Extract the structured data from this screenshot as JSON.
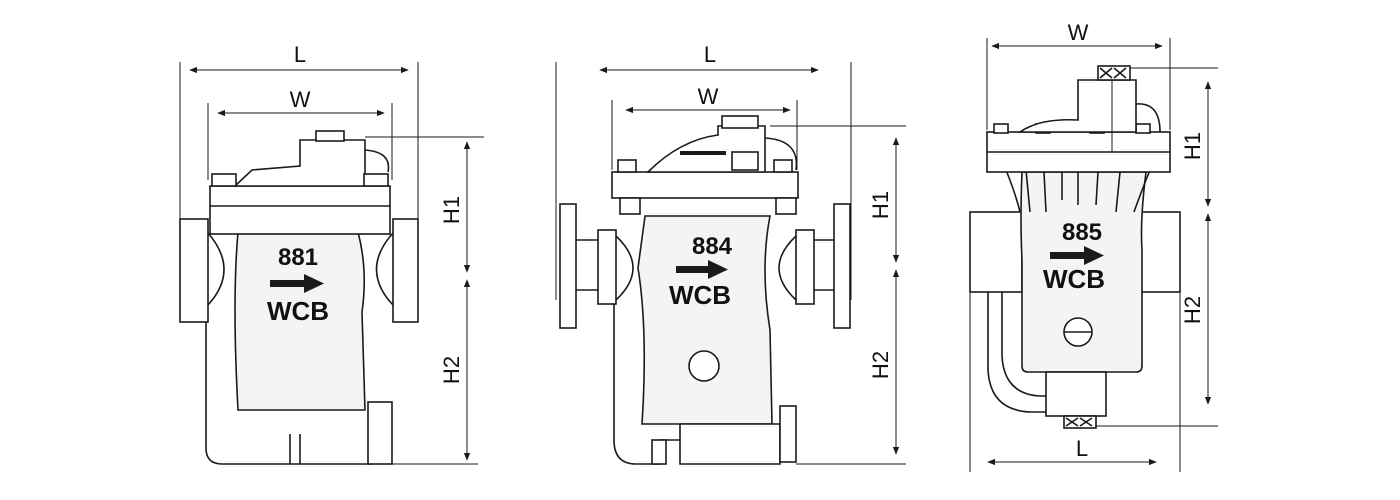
{
  "diagrams": [
    {
      "model": "881",
      "material": "WCB",
      "dimensions": {
        "length": "L",
        "width": "W",
        "height_top": "H1",
        "height_bottom": "H2"
      }
    },
    {
      "model": "884",
      "material": "WCB",
      "dimensions": {
        "length": "L",
        "width": "W",
        "height_top": "H1",
        "height_bottom": "H2"
      }
    },
    {
      "model": "885",
      "material": "WCB",
      "dimensions": {
        "width": "W",
        "length": "L",
        "height_top": "H1",
        "height_bottom": "H2"
      }
    }
  ],
  "colors": {
    "line": "#1a1a1a",
    "body_fill": "#f4f4f4",
    "background": "#ffffff"
  }
}
